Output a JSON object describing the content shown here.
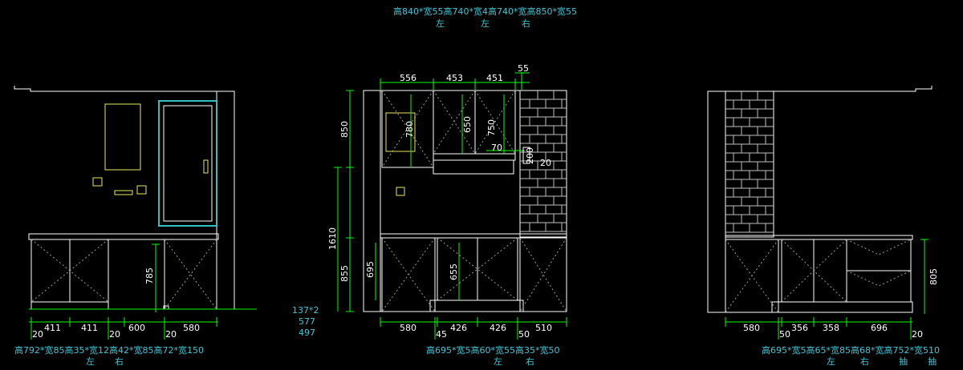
{
  "colors": {
    "background": "#000000",
    "line": "#ffffff",
    "dimension": "#00ff00",
    "fixture": "#e8e860",
    "window": "#30c0c0",
    "label": "#3cc8d8"
  },
  "top_label": {
    "line1": "高840*宽55高740*宽4高740*宽高850*宽55",
    "row2": [
      "左",
      "左",
      "右"
    ]
  },
  "left": {
    "dims_bottom": [
      "20",
      "411",
      "411",
      "20",
      "600",
      "20",
      "580"
    ],
    "dim_v": "785",
    "side_notes": [
      "137*2",
      "577",
      "497"
    ],
    "label": "高792*宽85高35*宽12高42*宽85高72*宽150",
    "row2": [
      "左",
      "右"
    ]
  },
  "middle": {
    "dims_top": [
      "556",
      "453",
      "451",
      "55"
    ],
    "dims_upper": [
      "780",
      "650",
      "750",
      "70",
      "200",
      "20"
    ],
    "dims_side": [
      "850",
      "1610",
      "855",
      "695",
      "655"
    ],
    "dims_bottom": [
      "580",
      "45",
      "426",
      "426",
      "50",
      "510"
    ],
    "label": "高695*宽5高60*宽55高35*宽50",
    "row2": [
      "左",
      "右"
    ]
  },
  "right": {
    "dims_bottom": [
      "580",
      "50",
      "356",
      "358",
      "696",
      "20"
    ],
    "dim_v": "805",
    "label": "高695*宽5高65*宽85高68*宽高752*宽510",
    "row2": [
      "左",
      "右",
      "抽",
      "抽"
    ]
  }
}
